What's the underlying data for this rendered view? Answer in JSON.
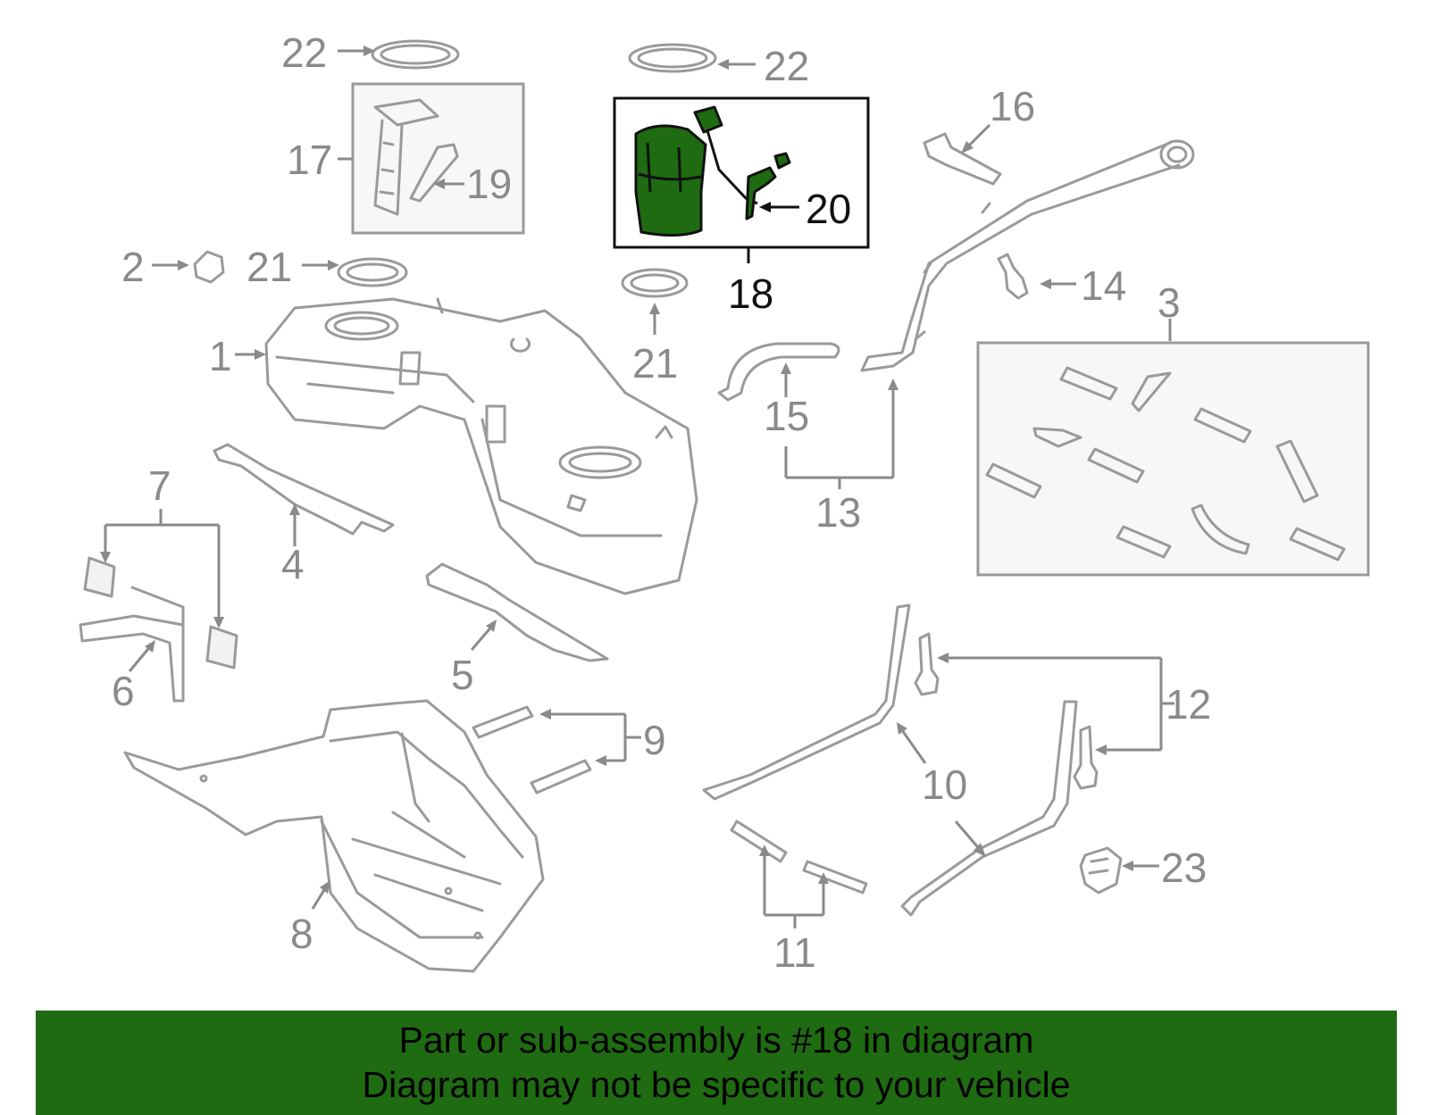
{
  "diagram": {
    "callouts": {
      "c1": "1",
      "c2": "2",
      "c3": "3",
      "c4": "4",
      "c5": "5",
      "c6": "6",
      "c7": "7",
      "c8": "8",
      "c9": "9",
      "c10": "10",
      "c11": "11",
      "c12": "12",
      "c13": "13",
      "c14": "14",
      "c15": "15",
      "c16": "16",
      "c17": "17",
      "c18": "18",
      "c19": "19",
      "c20": "20",
      "c21a": "21",
      "c21b": "21",
      "c22a": "22",
      "c22b": "22",
      "c23": "23"
    },
    "highlighted_part": "18",
    "colors": {
      "highlight": "#1f6b12",
      "part_outline": "#9a9a9a",
      "callout_text": "#8a8a8a"
    }
  },
  "banner": {
    "line1": "Part or sub-assembly is #18 in diagram",
    "line2": "Diagram may not be specific to your vehicle"
  }
}
